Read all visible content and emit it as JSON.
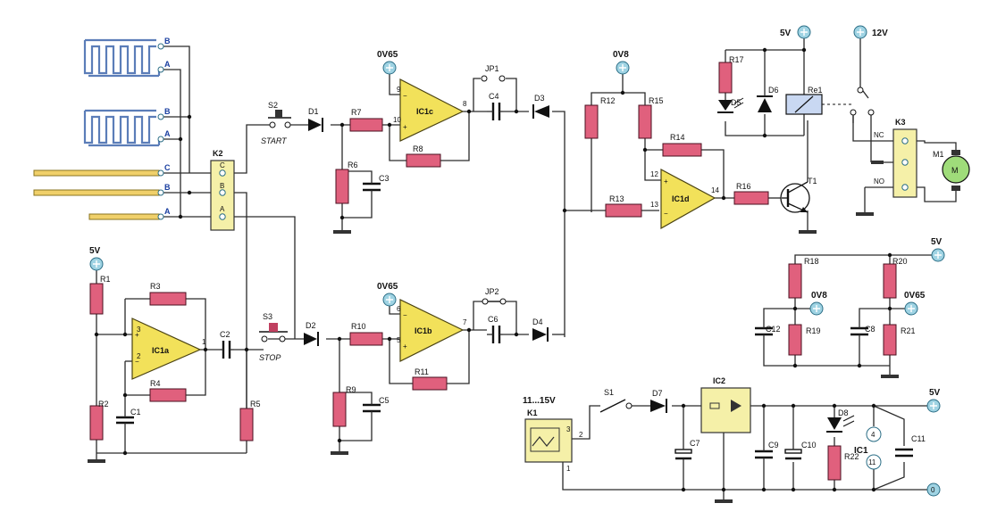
{
  "components": {
    "resistors": [
      "R1",
      "R2",
      "R3",
      "R4",
      "R5",
      "R6",
      "R7",
      "R8",
      "R9",
      "R10",
      "R11",
      "R12",
      "R13",
      "R14",
      "R15",
      "R16",
      "R17",
      "R18",
      "R19",
      "R20",
      "R21",
      "R22"
    ],
    "capacitors": [
      "C1",
      "C2",
      "C3",
      "C4",
      "C5",
      "C6",
      "C7",
      "C8",
      "C9",
      "C10",
      "C11",
      "C12"
    ],
    "diodes": [
      "D1",
      "D2",
      "D3",
      "D4",
      "D5",
      "D6",
      "D7",
      "D8"
    ],
    "opamps": [
      "IC1a",
      "IC1b",
      "IC1c",
      "IC1d"
    ],
    "switches": [
      "S1",
      "S2",
      "S3"
    ],
    "jumpers": [
      "JP1",
      "JP2"
    ],
    "connectors": [
      "K1",
      "K2",
      "K3"
    ],
    "regulator": "IC2",
    "relay": "Re1",
    "transistor": "T1",
    "motor": "M1",
    "motor_symbol": "M"
  },
  "supplies": {
    "v5": "5V",
    "v12": "12V",
    "v065": "0V65",
    "v08": "0V8",
    "zero": "0",
    "input_range": "11...15V"
  },
  "switch_labels": {
    "start": "START",
    "stop": "STOP"
  },
  "relay_contacts": {
    "nc": "NC",
    "no": "NO"
  },
  "probe_terminals": {
    "a": "A",
    "b": "B",
    "c": "C"
  },
  "ic1_pins": {
    "vcc": "4",
    "gnd": "11"
  },
  "pins": {
    "ic1a": [
      "3",
      "2",
      "1"
    ],
    "ic1b": [
      "6",
      "5",
      "7"
    ],
    "ic1c": [
      "9",
      "10",
      "8"
    ],
    "ic1d": [
      "12",
      "13",
      "14"
    ],
    "k1": [
      "3",
      "2",
      "1"
    ]
  },
  "colors": {
    "resistor": "#e0607d",
    "opamp": "#f2e15a",
    "terminal": "#9fd3e3",
    "probe_traces": "#5b7db8",
    "connector": "#f5f0a8"
  }
}
